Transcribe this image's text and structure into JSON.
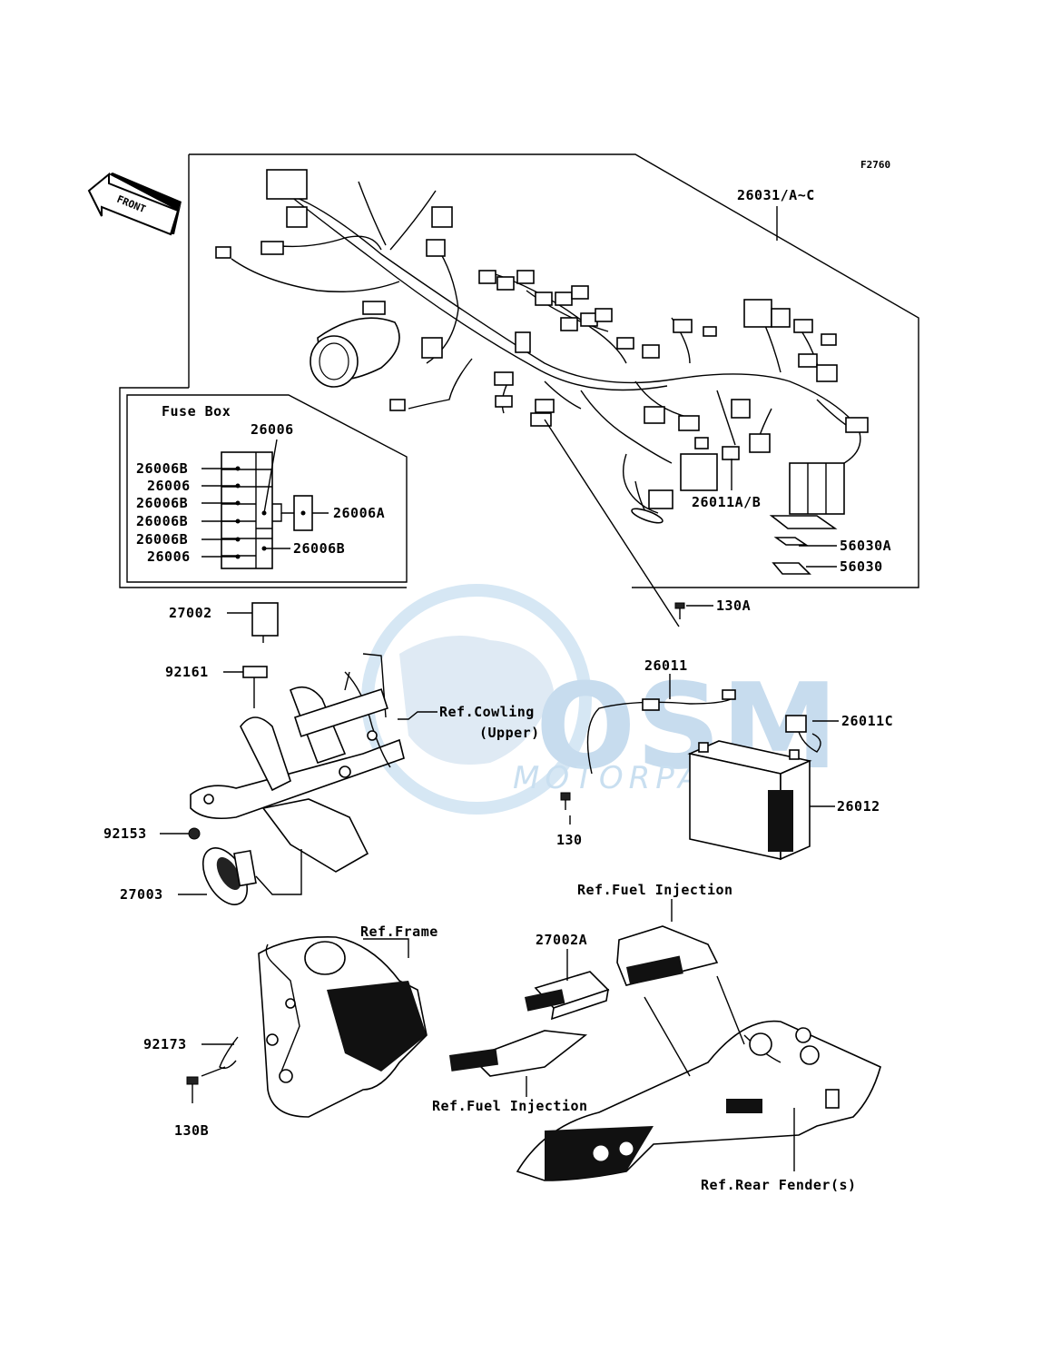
{
  "diagram_code": "F2760",
  "front_label": "FRONT",
  "fuse_box": {
    "title": "Fuse Box",
    "left_labels": [
      "26006B",
      "26006",
      "26006B",
      "26006B",
      "26006B",
      "26006"
    ],
    "top_label": "26006",
    "right_labels": [
      "26006A",
      "26006B"
    ]
  },
  "callouts": {
    "harness": "26031/A~C",
    "connector": "26011A/B",
    "cap_a": "56030A",
    "cap": "56030",
    "bolt_130a": "130A",
    "cable_26011": "26011",
    "cap_26011c": "26011C",
    "bolt_130": "130",
    "battery": "26012",
    "relay": "27002",
    "holder": "92161",
    "grommet": "92153",
    "horn": "27003",
    "ecu": "27002A",
    "clamp": "92173",
    "bolt_130b": "130B"
  },
  "references": {
    "cowling_1": "Ref.Cowling",
    "cowling_2": "(Upper)",
    "fuel_injection_top": "Ref.Fuel Injection",
    "frame": "Ref.Frame",
    "fuel_injection_bottom": "Ref.Fuel Injection",
    "rear_fender": "Ref.Rear Fender(s)"
  },
  "watermark": {
    "brand": "OSM",
    "sub": "MOTORPARTS",
    "color": "#c9dff0"
  }
}
